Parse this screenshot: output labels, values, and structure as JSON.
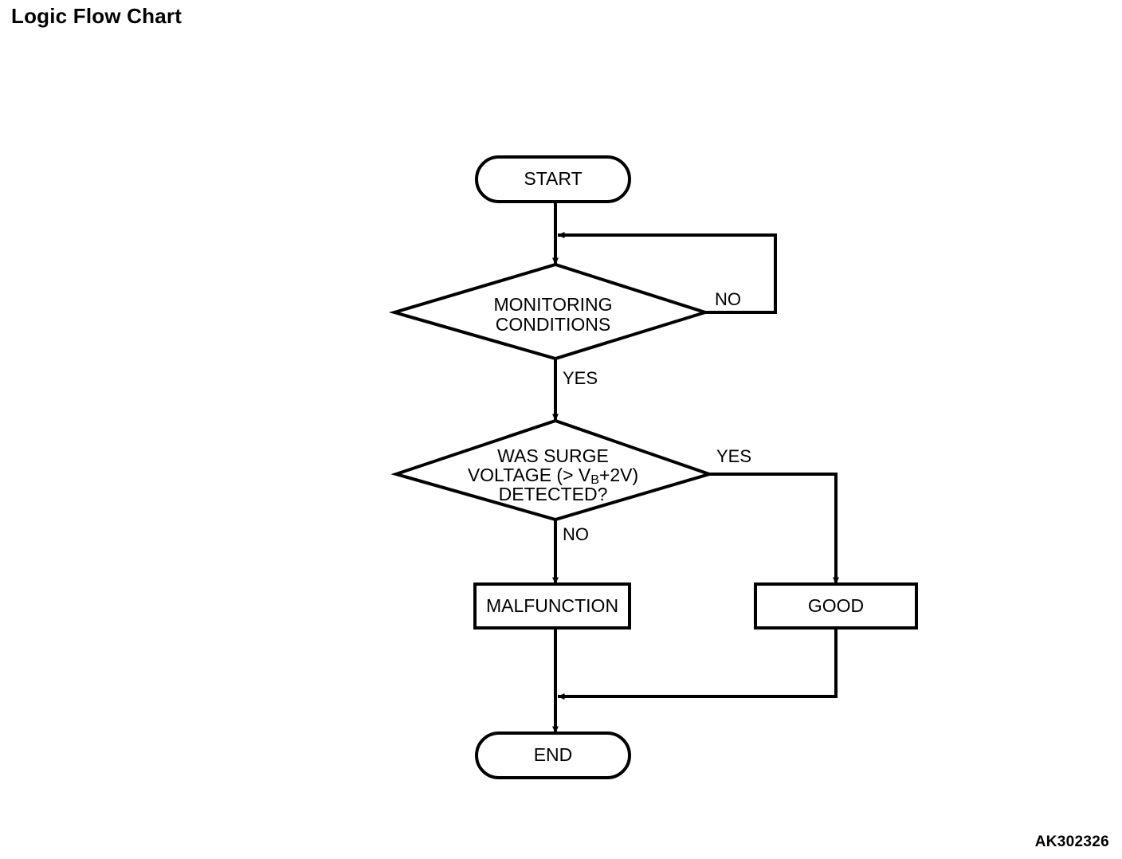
{
  "page": {
    "title": "Logic Flow Chart",
    "figure_code": "AK302326",
    "background_color": "#ffffff",
    "stroke_color": "#000000"
  },
  "chart_data": {
    "type": "diagram",
    "diagram_kind": "flowchart",
    "title": "Logic Flow Chart",
    "nodes": [
      {
        "id": "start",
        "shape": "stadium",
        "label": "START"
      },
      {
        "id": "monitoring",
        "shape": "diamond",
        "label": "MONITORING CONDITIONS",
        "lines": [
          "MONITORING",
          "CONDITIONS"
        ]
      },
      {
        "id": "surge",
        "shape": "diamond",
        "label": "WAS SURGE VOLTAGE (> VB+2V) DETECTED?",
        "lines": [
          "WAS SURGE",
          "VOLTAGE (> V",
          "DETECTED?"
        ],
        "line2_prefix": "VOLTAGE (> V",
        "line2_subscript": "B",
        "line2_suffix": "+2V)"
      },
      {
        "id": "malfunction",
        "shape": "rectangle",
        "label": "MALFUNCTION"
      },
      {
        "id": "good",
        "shape": "rectangle",
        "label": "GOOD"
      },
      {
        "id": "end",
        "shape": "stadium",
        "label": "END"
      }
    ],
    "edges": [
      {
        "from": "start",
        "to": "monitoring",
        "label": ""
      },
      {
        "from": "monitoring",
        "to": "surge",
        "label": "YES"
      },
      {
        "from": "monitoring",
        "to": "start-line",
        "label": "NO",
        "routing": "loop-back-right"
      },
      {
        "from": "surge",
        "to": "malfunction",
        "label": "NO"
      },
      {
        "from": "surge",
        "to": "good",
        "label": "YES",
        "routing": "right-then-down"
      },
      {
        "from": "malfunction",
        "to": "end",
        "label": ""
      },
      {
        "from": "good",
        "to": "end",
        "label": "",
        "routing": "down-then-left"
      }
    ]
  },
  "labels": {
    "start": "START",
    "monitoring_line1": "MONITORING",
    "monitoring_line2": "CONDITIONS",
    "surge_line1": "WAS SURGE",
    "surge_line2_prefix": "VOLTAGE (> V",
    "surge_line2_subscript": "B",
    "surge_line2_suffix": "+2V)",
    "surge_line3": "DETECTED?",
    "malfunction": "MALFUNCTION",
    "good": "GOOD",
    "end": "END",
    "branch_monitoring_no": "NO",
    "branch_monitoring_yes": "YES",
    "branch_surge_yes": "YES",
    "branch_surge_no": "NO"
  }
}
